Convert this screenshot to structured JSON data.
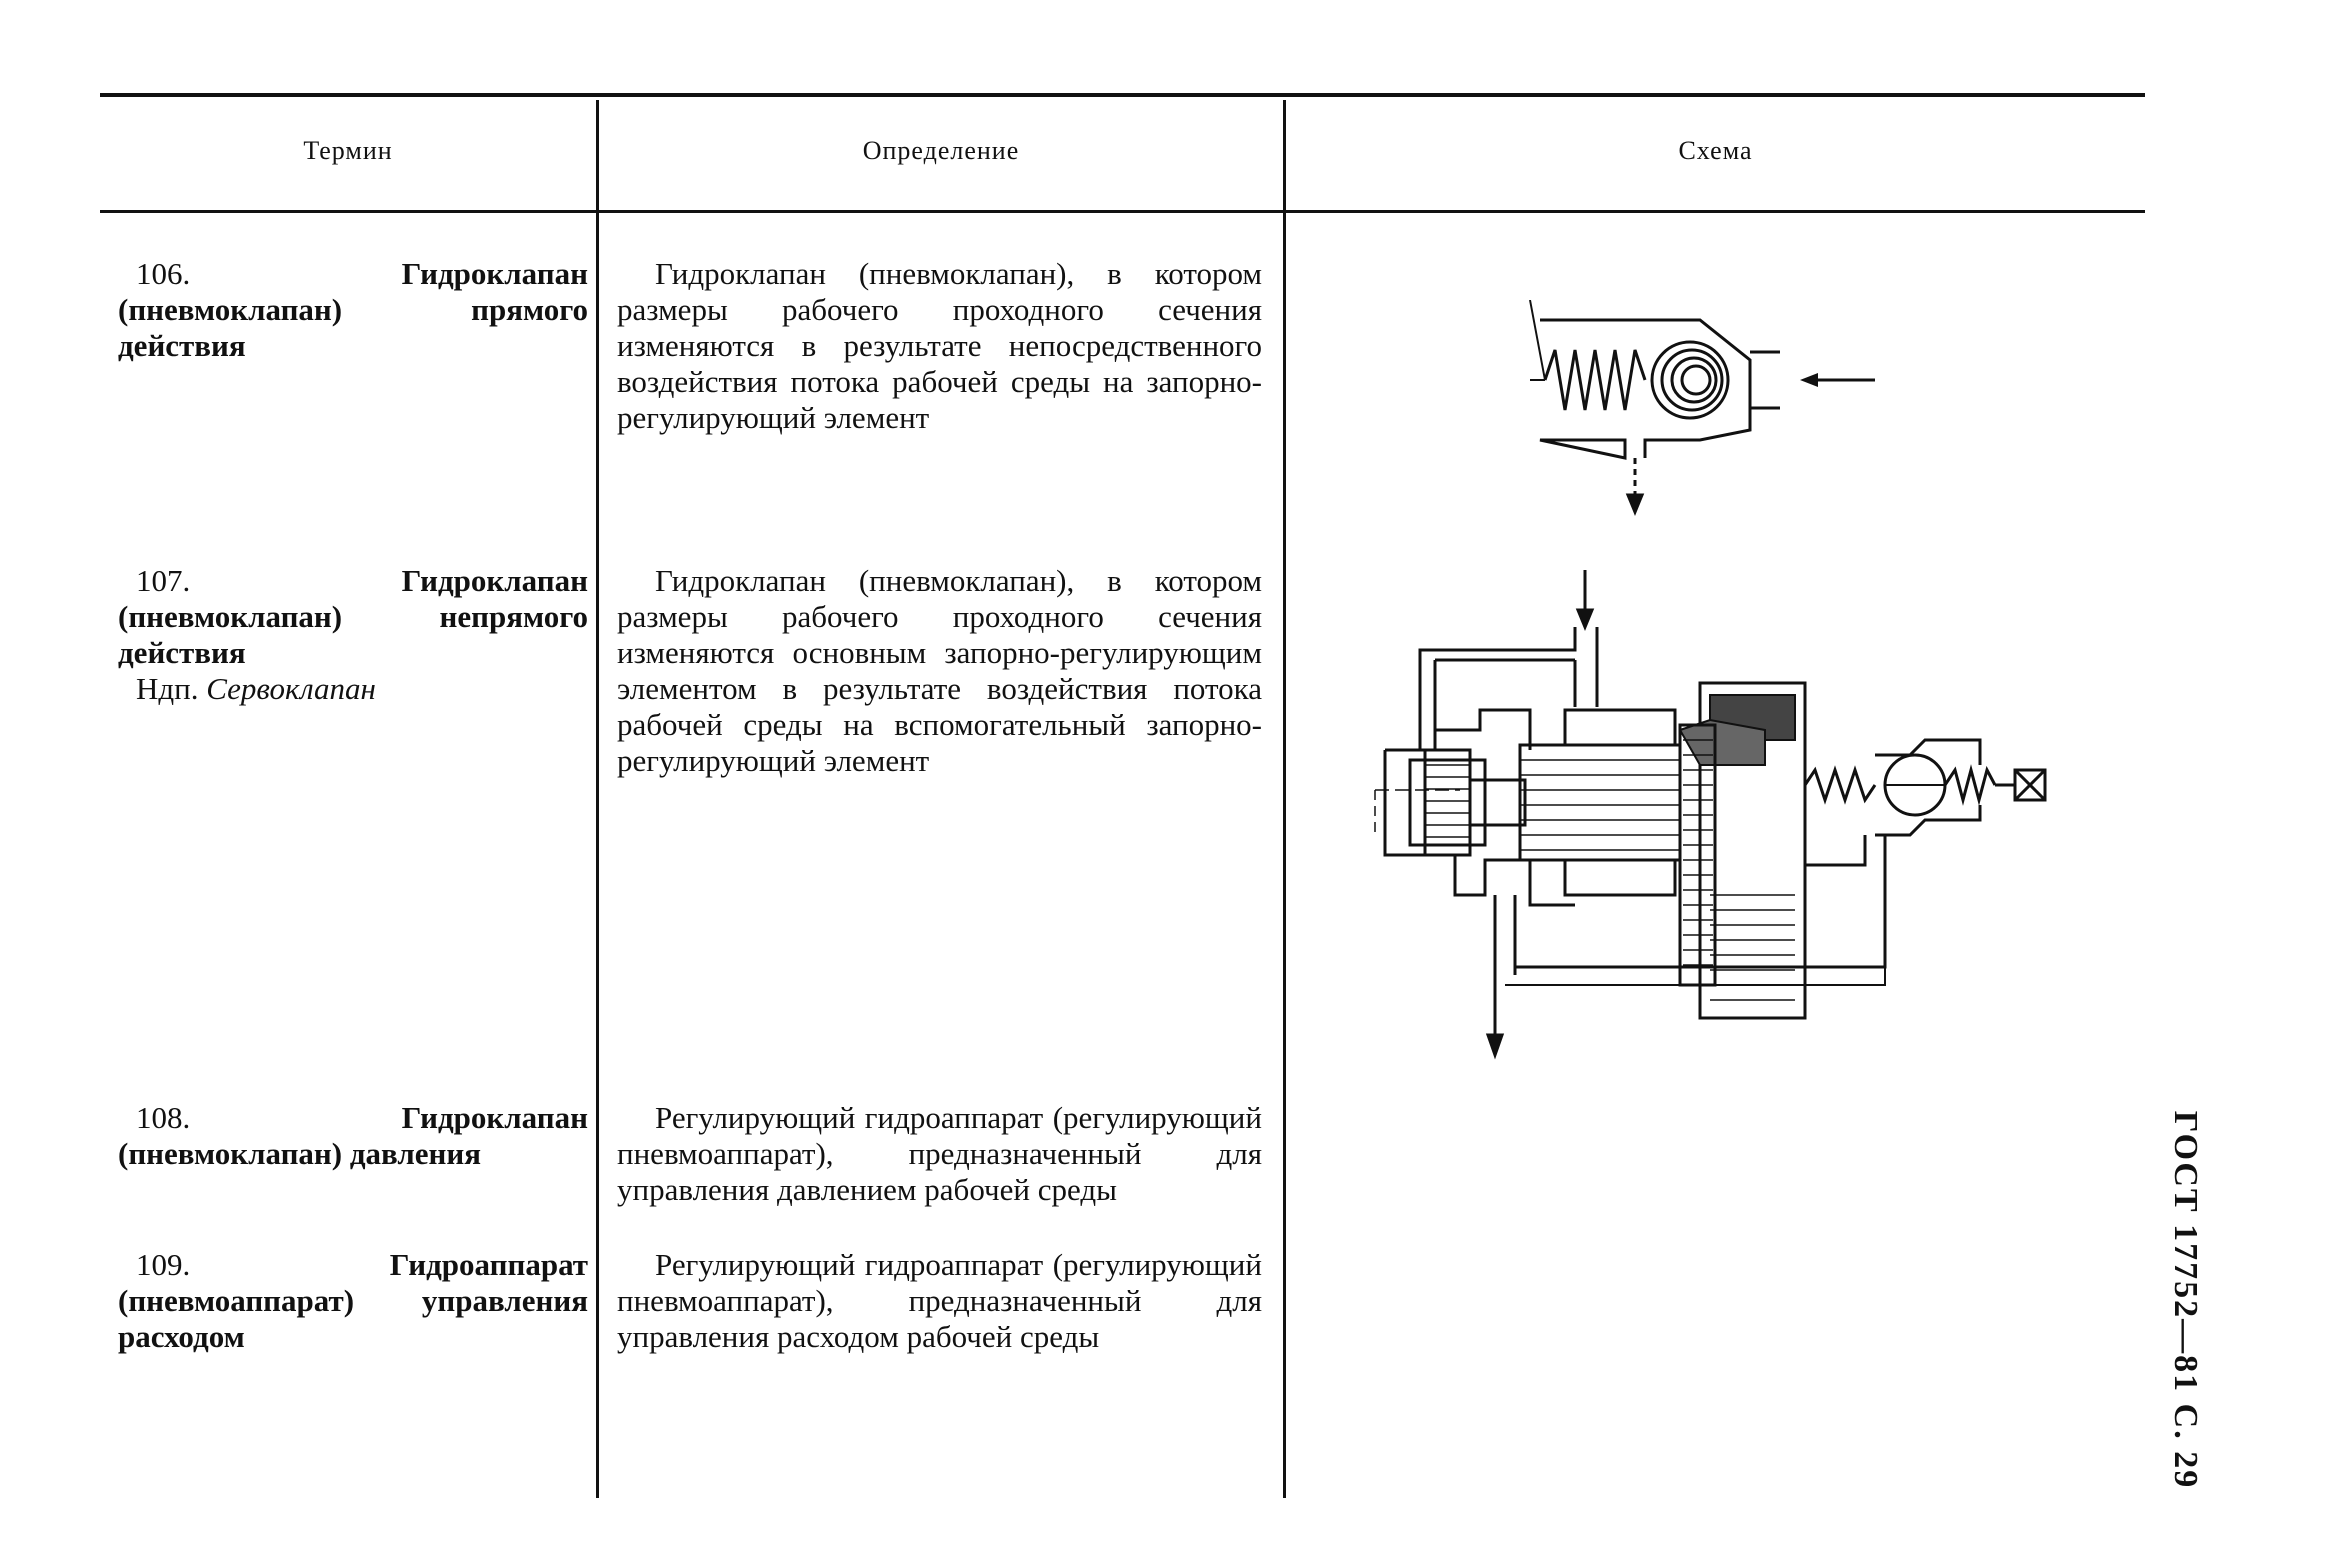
{
  "header": {
    "term": "Термин",
    "definition": "Определение",
    "scheme": "Схема"
  },
  "rows": [
    {
      "number": "106.",
      "title": "Гидроклапан (пневмоклапан) прямого действия",
      "note_prefix": "",
      "note_term": "",
      "definition": "Гидроклапан (пневмоклапан), в котором размеры рабочего проходного сечения изменяются в результате непосредственного воздействия потока рабочей среды на запорно-регулирующий элемент"
    },
    {
      "number": "107.",
      "title": "Гидроклапан (пневмоклапан) непрямого действия",
      "note_prefix": "Ндп.",
      "note_term": "Сервоклапан",
      "definition": "Гидроклапан (пневмоклапан), в котором размеры рабочего проходного сечения изменяются основным запорно-регулирующим элементом в результате воздействия потока рабочей среды на вспомогательный запорно-регулирующий элемент"
    },
    {
      "number": "108.",
      "title": "Гидроклапан (пневмоклапан) давления",
      "note_prefix": "",
      "note_term": "",
      "definition": "Регулирующий гидроаппарат (регулирующий пневмоаппарат), предназначенный для управления давлением рабочей среды"
    },
    {
      "number": "109.",
      "title": "Гидроаппарат (пневмоаппарат) управления расходом",
      "note_prefix": "",
      "note_term": "",
      "definition": "Регулирующий гидроаппарат (регулирующий пневмоаппарат), предназначенный для управления расходом рабочей среды"
    }
  ],
  "page_label": "ГОСТ 17752—81 С. 29"
}
